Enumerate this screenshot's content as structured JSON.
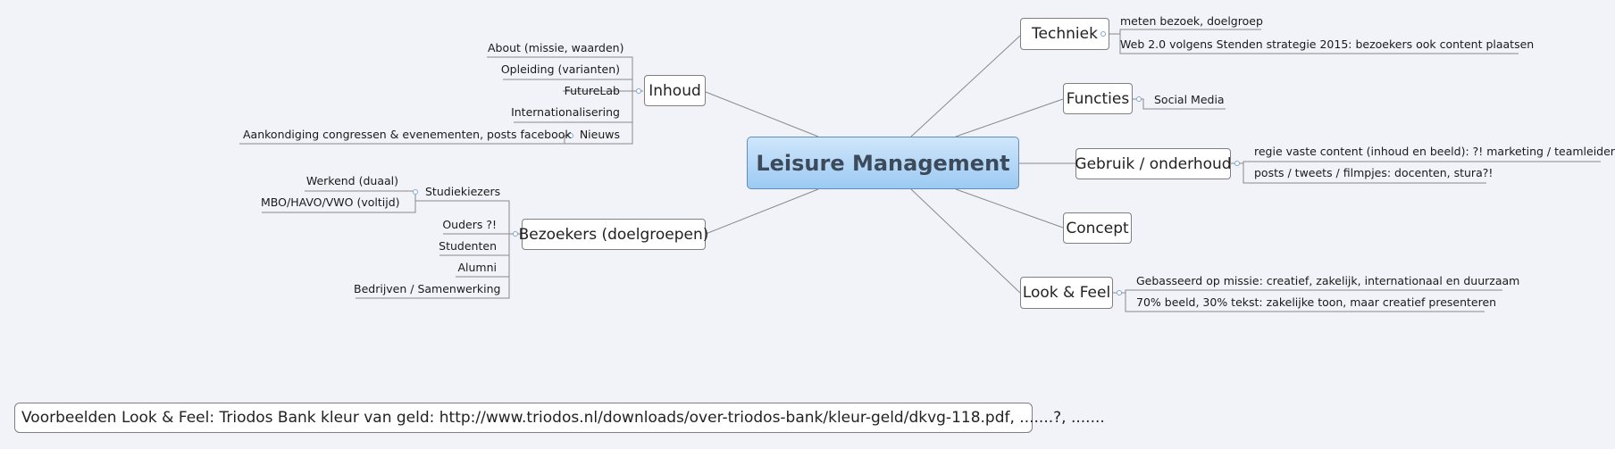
{
  "central": "Leisure Management",
  "left": {
    "inhoud": {
      "label": "Inhoud",
      "items": [
        "About (missie, waarden)",
        "Opleiding (varianten)",
        "FutureLab",
        "Internationalisering"
      ],
      "nieuws": {
        "label": "Nieuws",
        "items": [
          "Aankondiging congressen & evenementen, posts facebook"
        ]
      }
    },
    "bezoekers": {
      "label": "Bezoekers (doelgroepen)",
      "studiekiezers": {
        "label": "Studiekiezers",
        "items": [
          "Werkend (duaal)",
          "MBO/HAVO/VWO (voltijd)"
        ]
      },
      "items": [
        "Ouders ?!",
        "Studenten",
        "Alumni",
        "Bedrijven / Samenwerking"
      ]
    }
  },
  "right": {
    "techniek": {
      "label": "Techniek",
      "items": [
        "meten bezoek, doelgroep",
        "Web 2.0 volgens Stenden strategie 2015:  bezoekers ook content plaatsen"
      ]
    },
    "functies": {
      "label": "Functies",
      "items": [
        "Social Media"
      ]
    },
    "gebruik": {
      "label": "Gebruik / onderhoud",
      "items": [
        "regie vaste content (inhoud en beeld): ?! marketing / teamleider",
        "posts / tweets / filmpjes: docenten, stura?!"
      ]
    },
    "concept": {
      "label": "Concept"
    },
    "look": {
      "label": "Look & Feel",
      "items": [
        "Gebasseerd op missie: creatief, zakelijk, internationaal en duurzaam",
        "70% beeld, 30% tekst: zakelijke toon, maar creatief presenteren"
      ]
    }
  },
  "footer": "Voorbeelden Look & Feel: Triodos Bank kleur van geld: http://www.triodos.nl/downloads/over-triodos-bank/kleur-geld/dkvg-118.pdf, .......?, ......."
}
